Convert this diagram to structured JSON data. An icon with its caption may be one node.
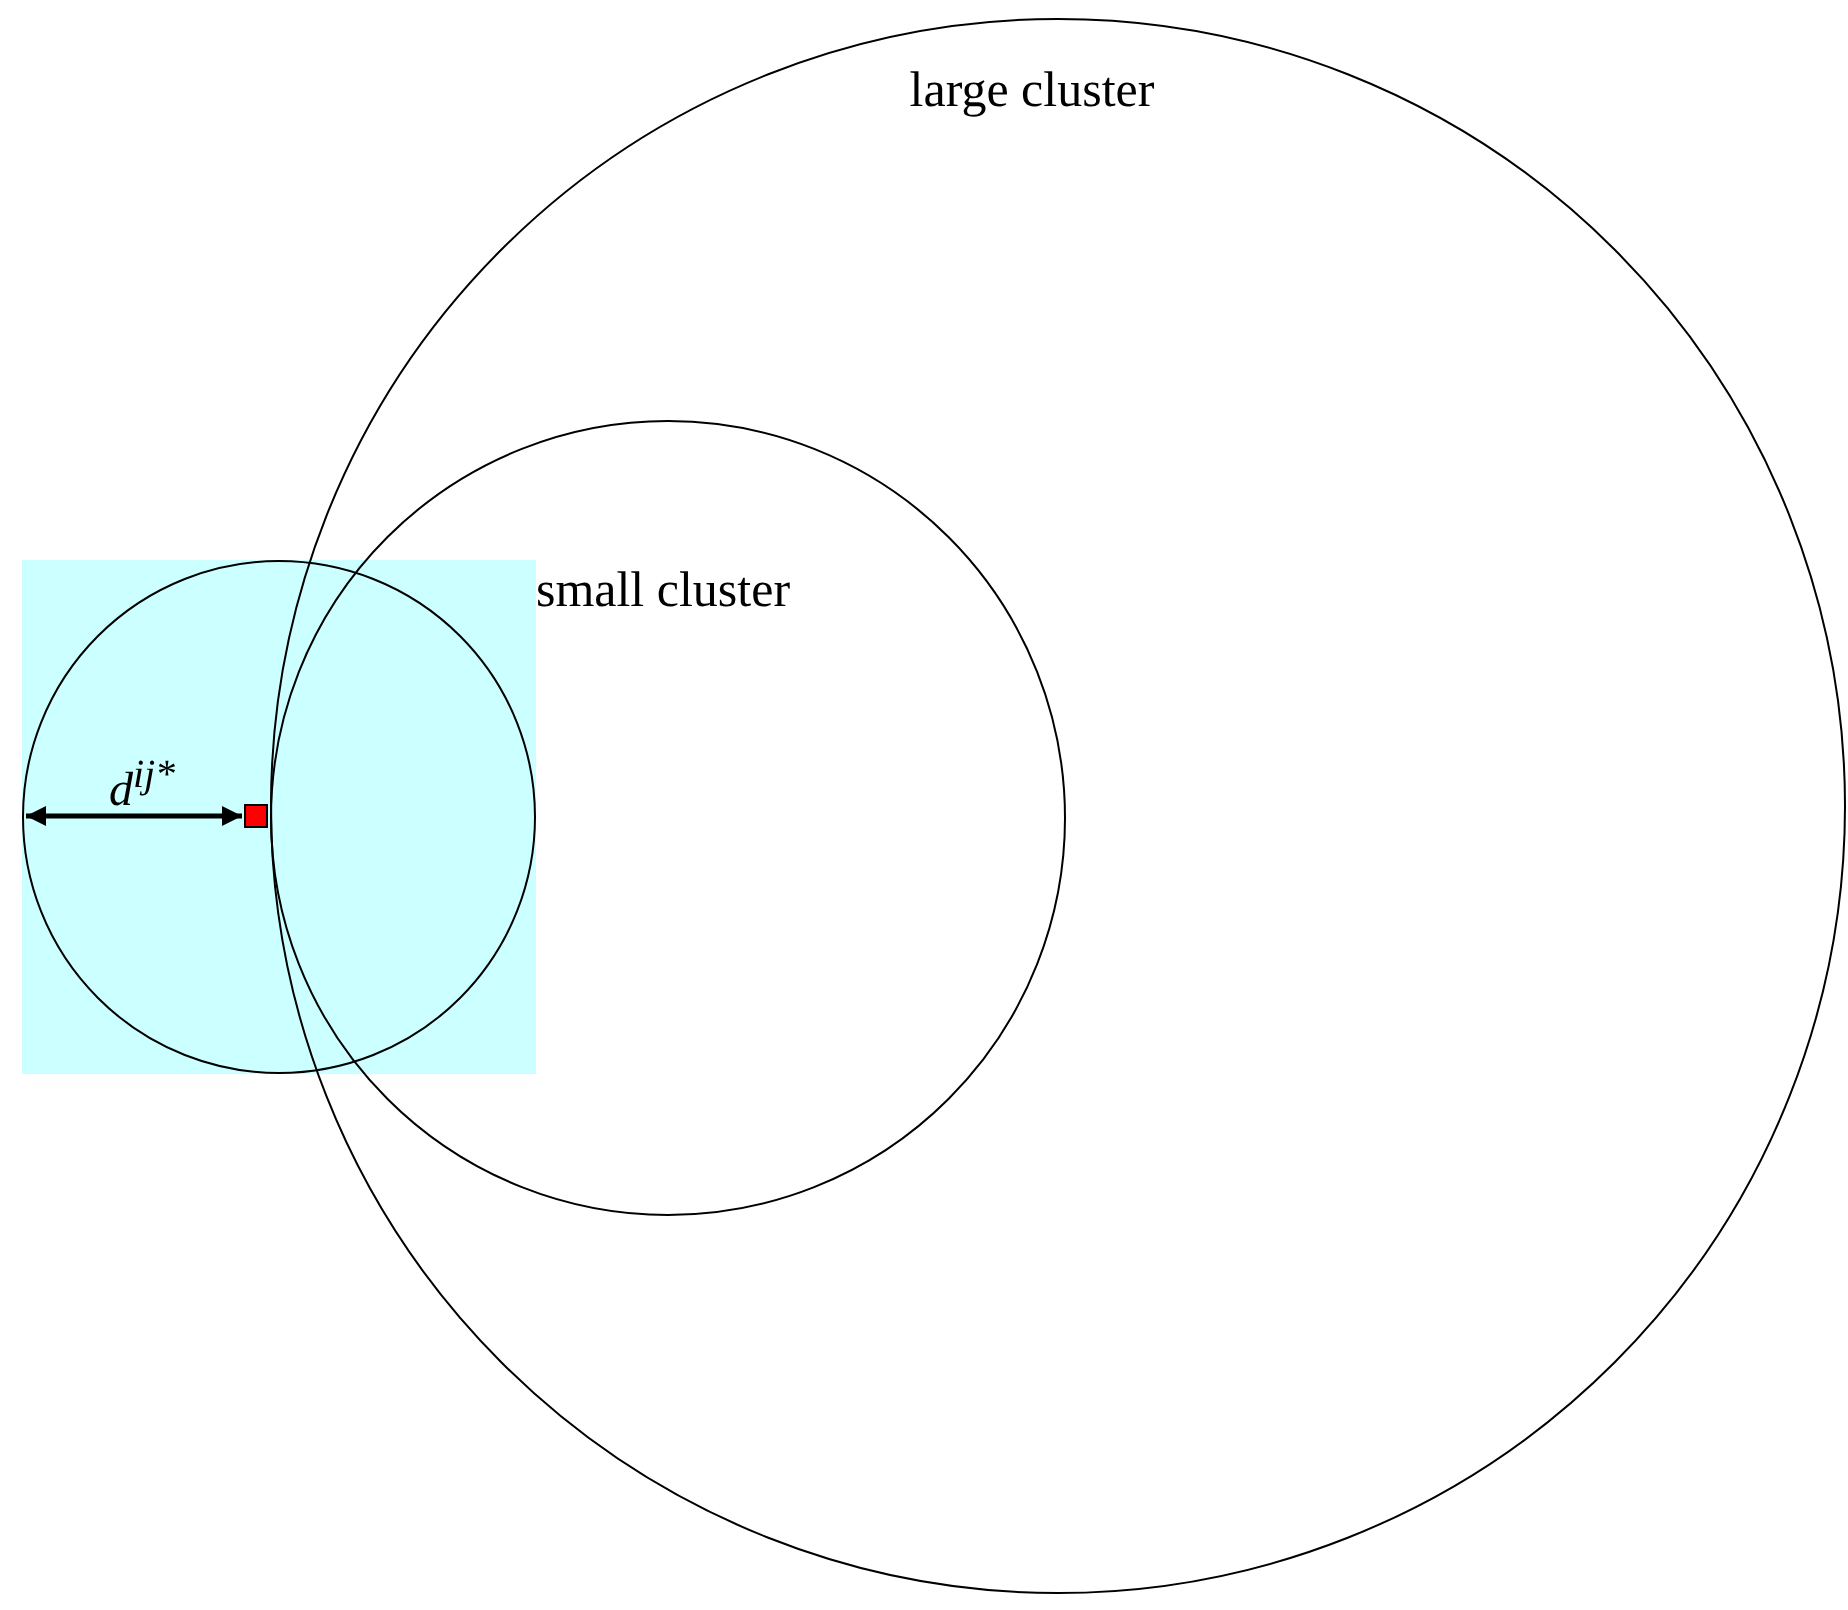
{
  "diagram": {
    "nodes": [
      {
        "text": [
          "large cluster"
        ]
      },
      {
        "text": [
          "small cluster"
        ],
        "in": 0
      },
      {
        "text": [],
        "shape": "box"
      },
      {
        "text": [],
        "shape": "circle",
        "in": 2
      },
      {
        "text": [],
        "shape": "box",
        "in": 3
      }
    ],
    "edges": [
      {
        "from": 3,
        "to": 4,
        "arrow": "both",
        "label": "d$^{ij*}$"
      }
    ]
  }
}
